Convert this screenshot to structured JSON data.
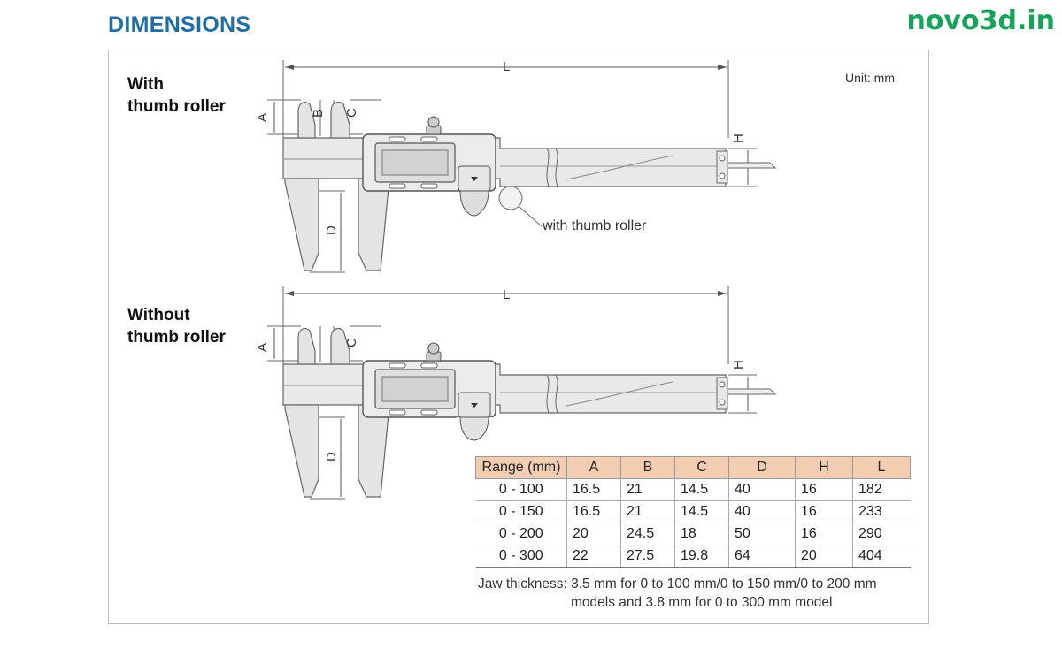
{
  "header": {
    "title": "DIMENSIONS",
    "brand": "novo3d.in"
  },
  "diagram": {
    "unit_label": "Unit: mm",
    "variants": [
      {
        "label_line1": "With",
        "label_line2": "thumb roller",
        "callout": "with thumb roller"
      },
      {
        "label_line1": "Without",
        "label_line2": "thumb roller"
      }
    ],
    "dimension_letters": {
      "A": "A",
      "B": "B",
      "C": "C",
      "D": "D",
      "H": "H",
      "L": "L"
    }
  },
  "table": {
    "columns": [
      "Range (mm)",
      "A",
      "B",
      "C",
      "D",
      "H",
      "L"
    ],
    "rows": [
      [
        "0 - 100",
        "16.5",
        "21",
        "14.5",
        "40",
        "16",
        "182"
      ],
      [
        "0 - 150",
        "16.5",
        "21",
        "14.5",
        "40",
        "16",
        "233"
      ],
      [
        "0 - 200",
        "20",
        "24.5",
        "18",
        "50",
        "16",
        "290"
      ],
      [
        "0 - 300",
        "22",
        "27.5",
        "19.8",
        "64",
        "20",
        "404"
      ]
    ]
  },
  "note": {
    "line1": "Jaw thickness: 3.5 mm for 0 to 100 mm/0 to 150 mm/0 to 200 mm",
    "line2": "models and 3.8 mm for 0 to 300 mm model"
  }
}
